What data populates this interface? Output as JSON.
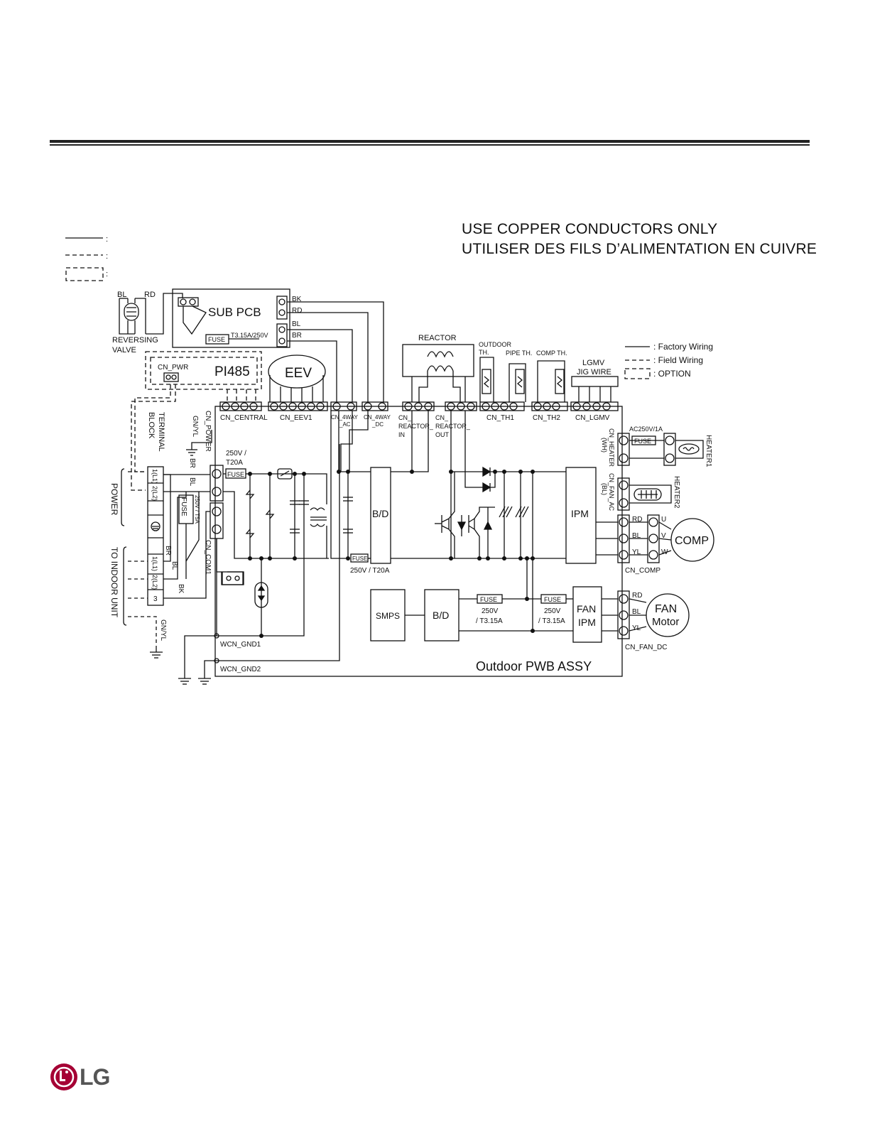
{
  "notice": {
    "line1": "USE COPPER CONDUCTORS ONLY",
    "line2": "UTILISER DES FILS D’ALIMENTATION EN CUIVRE"
  },
  "legend_left": {
    "colon1": ":",
    "colon2": ":",
    "colon3": ":"
  },
  "legend_right": {
    "factory": ": Factory Wiring",
    "field": ": Field Wiring",
    "option": ": OPTION"
  },
  "labels": {
    "bl": "BL",
    "rd": "RD",
    "reversing": "REVERSING",
    "valve": "VALVE",
    "sub_pcb": "SUB PCB",
    "fuse": "FUSE",
    "t315": "T3.15A/250V",
    "bk": "BK",
    "rd2": "RD",
    "bl2": "BL",
    "br": "BR",
    "cn_pwr": "CN_PWR",
    "pi485": "PI485",
    "eev": "EEV",
    "reactor": "REACTOR",
    "outdoor": "OUTDOOR",
    "th": "TH.",
    "pipe_th": "PIPE TH.",
    "comp_th": "COMP TH.",
    "lgmv": "LGMV",
    "jig_wire": "JIG WIRE",
    "cn_central": "CN_CENTRAL",
    "cn_eev1": "CN_EEV1",
    "cn_4way_ac1": "CN_4WAY",
    "cn_4way_ac2": "_AC",
    "cn_4way_dc1": "CN_4WAY",
    "cn_4way_dc2": "_DC",
    "cn_r_in1": "CN_",
    "cn_r_in2": "REACTOR_",
    "cn_r_in3": "IN",
    "cn_r_out1": "CN_",
    "cn_r_out2": "REACTOR_",
    "cn_r_out3": "OUT",
    "cn_th1": "CN_TH1",
    "cn_th2": "CN_TH2",
    "cn_lgmv": "CN_LGMV",
    "terminal": "TERMINAL",
    "block": "BLOCK",
    "gnyl": "GN/YL",
    "cn_power": "CN_POWER",
    "power": "POWER",
    "to_indoor": "TO INDOOR UNIT",
    "gnyl2": "GN/YL",
    "tb_1l1": "1(L1)",
    "tb_2l2": "2(L2)",
    "tb_1l1b": "1(L1)",
    "tb_2l2b": "2(L2)",
    "tb_3": "3",
    "br_a": "BR",
    "bl_a": "BL",
    "br_b": "BR",
    "bl_b": "BL",
    "bk_b": "BK",
    "fuse_tb": "FUSE",
    "fuse_tb_rating": "250V / T5A",
    "cn_com1": "CN_COM1",
    "v250": "250V /",
    "t20a": "T20A",
    "fuse_main": "FUSE",
    "fuse_bd": "FUSE",
    "v250_t20a": "250V / T20A",
    "bd1": "B/D",
    "ipm": "IPM",
    "smps": "SMPS",
    "bd2": "B/D",
    "fuse_a": "FUSE",
    "fuse_a_r1": "250V",
    "fuse_a_r2": "/ T3.15A",
    "fuse_b": "FUSE",
    "fuse_b_r1": "250V",
    "fuse_b_r2": "/ T3.15A",
    "fan_ipm1": "FAN",
    "fan_ipm2": "IPM",
    "ac250": "AC250V/1A",
    "fuse_h": "FUSE",
    "cn_heater1": "CN_HEATER",
    "cn_heater2": "(WH)",
    "heater1": "HEATER1",
    "cn_fan_ac1": "CN_FAN_AC",
    "cn_fan_ac2": "(BL)",
    "heater2": "HEATER2",
    "rd_c": "RD",
    "bl_c": "BL",
    "yl_c": "YL",
    "u": "U",
    "v": "V",
    "w": "W",
    "comp": "COMP",
    "cn_comp": "CN_COMP",
    "rd_f": "RD",
    "bl_f": "BL",
    "yl_f": "YL",
    "fan1": "FAN",
    "fan2": "Motor",
    "cn_fan_dc": "CN_FAN_DC",
    "wcn_gnd1": "WCN_GND1",
    "wcn_gnd2": "WCN_GND2",
    "pwb": "Outdoor PWB ASSY"
  },
  "logo": {
    "text": "LG",
    "brand_color": "#A50034"
  }
}
